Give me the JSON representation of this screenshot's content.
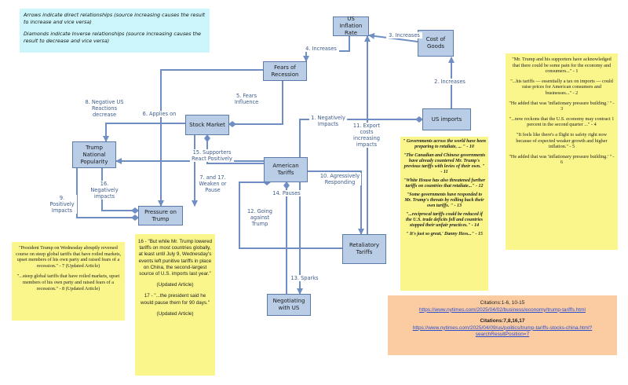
{
  "legend": {
    "direct": "Arrows indicate direct relationships (source increasing causes the result to increase and vice versa)",
    "inverse": "Diamonds indicate Inverse relationships (source increasing causes the result to decrease and vice versa)"
  },
  "nodes": {
    "inflation": "US Inflation Rate",
    "cost_goods": "Cost of Goods",
    "fears": "Fears of Recession",
    "us_imports": "US imports",
    "stock_market": "Stock Market",
    "trump_popularity": "Trump National Popularity",
    "american_tariffs": "American Tariffs",
    "pressure": "Pressure on Trump",
    "retaliatory": "Retaliatory Tariffs",
    "negotiating": "Negotiating with US"
  },
  "edges": {
    "e1": "1. Negatively Impacts",
    "e2": "2. Increases",
    "e3": "3. Increases",
    "e4": "4. Increases",
    "e5": "5. Fears Influence",
    "e6": "6. Applies on",
    "e7": "7. and 17. Weaken or Pause",
    "e8": "8. Negative US Reactions decrease",
    "e9": "9. Positively Impacts",
    "e10": "10. Agressively Responding",
    "e11": "11. Export costs increasing impacts",
    "e12": "12. Going against Trump",
    "e13": "13. Sparks",
    "e14": "14. Pauses",
    "e15": "15. Supporters React Positively",
    "e16": "16. Negatively impacts"
  },
  "notes": {
    "n1": [
      "\"President Trump on Wednesday abruptly reversed course on steep global tariffs that have roiled markets, upset members of his own party and raised fears of a recession.\" - 7 (Updated Article)",
      "\"...steep global tariffs that have roiled markets, upset members of his own party and raised fears of a recession.\" - 8 (Updated Article)"
    ],
    "n2": [
      "16 - \"But while Mr. Trump lowered tariffs on most countries globally, at least until July 9, Wednesday's events left punitive tariffs in place on China, the second-largest source of U.S. imports last year.\"",
      "(Updated Article)",
      "17 - \"...the president said he would pause them for 90 days.\"",
      "(Updated Article)"
    ],
    "n3": [
      "\" Governments across the world have been preparing to retaliate, ... \" - 10",
      "\"The Canadian and Chinese governments have already countered Mr. Trump's previous tariffs with levies of their own. \" - 11",
      "\"White House has also threatened further tariffs on countries that retaliate...\" - 12",
      "\"Some governments have responded to Mr. Trump's threats by rolling back their own tariffs. \" - 13",
      "\"...reciprocal tariffs could be reduced if the U.S. trade deficits fell and countries stopped their unfair practices.\" - 14",
      "\" It's just so great,' Danny Hess...\" - 15"
    ],
    "n4": [
      "\"Mr. Trump and his supporters have acknowledged that there could be some pain for the economy and consumers...\" - 1",
      "\"...his tariffs — essentially a tax on imports — could raise prices for American consumers and businesses...\" - 2",
      "\"He added that was 'inflationary pressure building.' \" - 3",
      "\"...now reckons that the U.S. economy may contract 1 percent in the second quarter ...\" - 4",
      "\"It feels like there's a flight to safety right now because of expected weaker growth and higher inflation.\" - 5",
      "\"He added that was 'inflationary pressure building.' \" - 6"
    ]
  },
  "citations": {
    "label1": "Citations:1-6, 10-15",
    "url1": "https://www.nytimes.com/2025/04/02/business/economy/trump-tariffs.html",
    "label2": "Citations:7,8,16,17",
    "url2": "https://www.nytimes.com/2025/04/09/us/politics/trump-tariffs-stocks-china.html?searchResultPosition=7"
  },
  "colors": {
    "node_fill": "#b9cde6",
    "node_border": "#5b7aa8",
    "arrow": "#6f8fc4",
    "legend_bg": "#ccf6fb",
    "note_yellow": "#faf68c",
    "citation_bg": "#fbcba2"
  }
}
